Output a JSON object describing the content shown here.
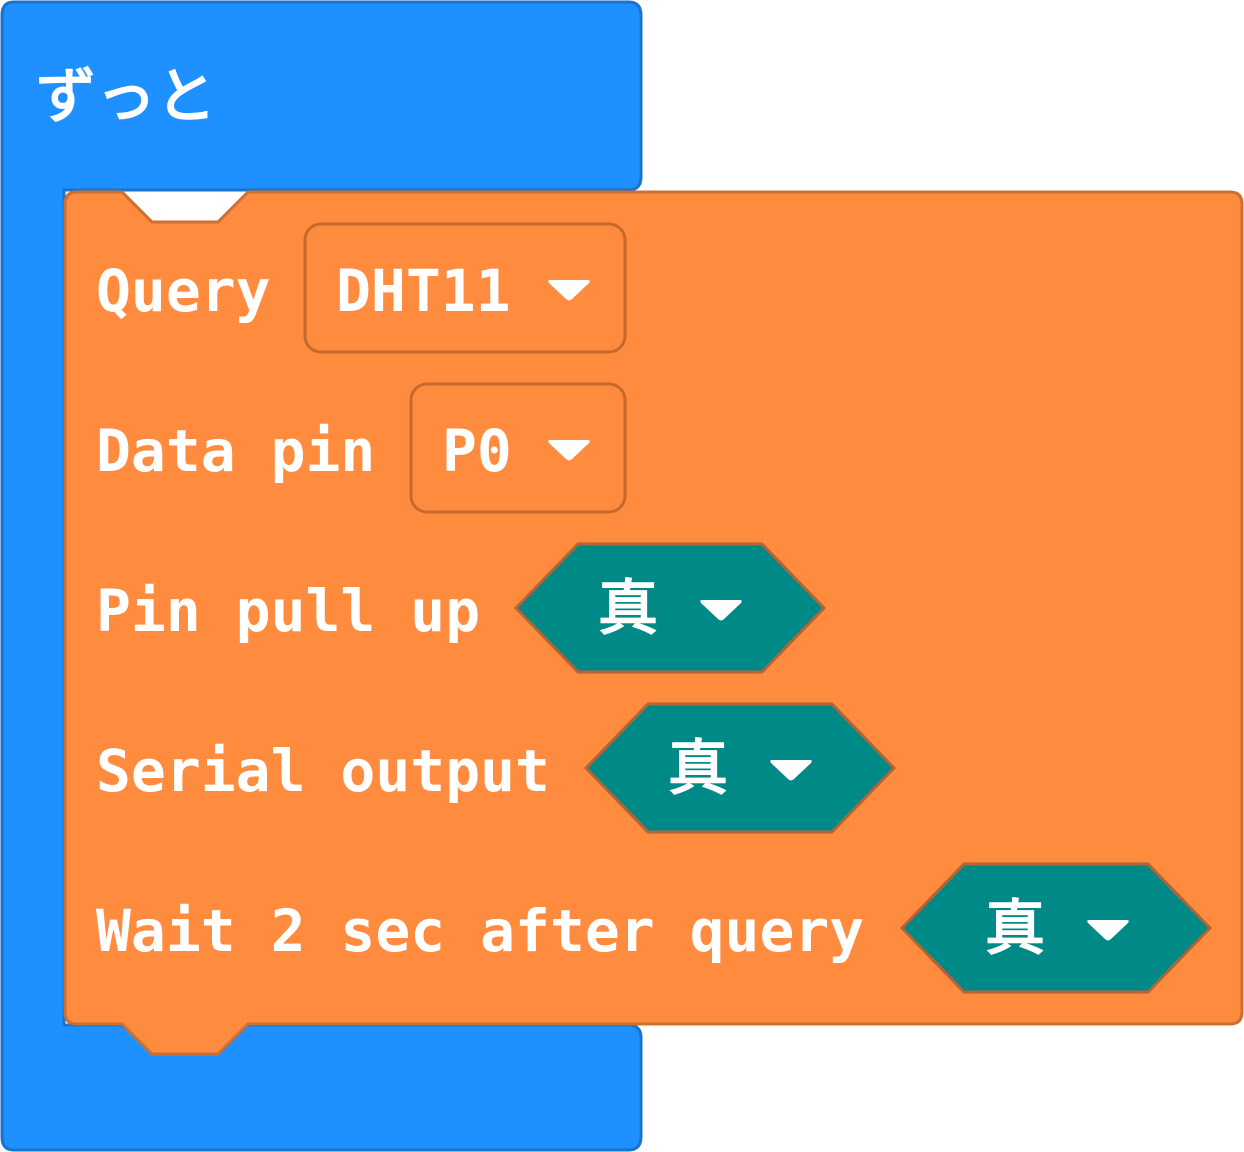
{
  "forever_block": {
    "label": "ずっと",
    "color": "#1e90ff"
  },
  "dht_block": {
    "color": "#ff8b3e",
    "query_label": "Query",
    "sensor_dropdown": {
      "value": "DHT11"
    },
    "data_pin_label": "Data pin",
    "pin_dropdown": {
      "value": "P0"
    },
    "pull_up_label": "Pin pull up",
    "pull_up_value": "真",
    "serial_label": "Serial output",
    "serial_value": "真",
    "wait_label": "Wait 2 sec after query",
    "wait_value": "真"
  },
  "boolean_color": "#008a87",
  "icons": {
    "dropdown": "caret-down-icon"
  }
}
